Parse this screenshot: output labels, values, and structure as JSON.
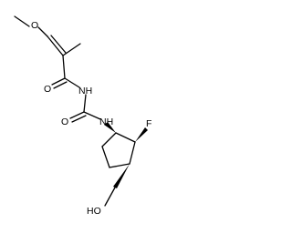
{
  "structure": {
    "atom_labels": {
      "methoxy_O": "O",
      "carbonyl_O1": "O",
      "imide_N": "NH",
      "carbonyl_O2": "O",
      "amide_N": "NH",
      "fluorine": "F",
      "hydroxyl": "HO"
    }
  }
}
